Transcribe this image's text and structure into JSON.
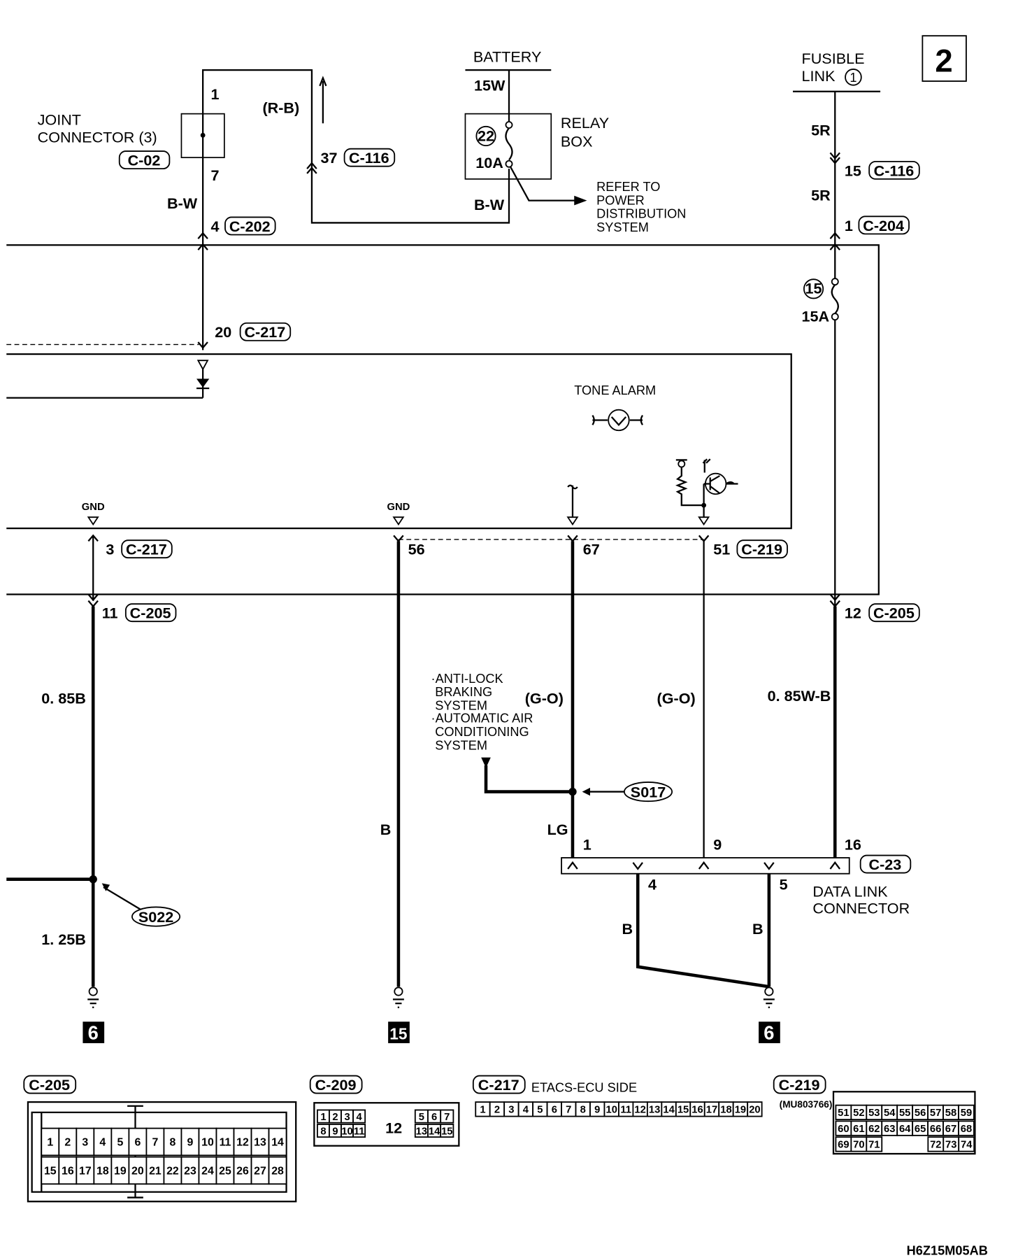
{
  "page_number": "2",
  "battery": {
    "label": "BATTERY",
    "wire": "15W"
  },
  "relay_box": {
    "label1": "RELAY",
    "label2": "BOX",
    "fuse_no": "22",
    "fuse_rating": "10A",
    "wire_out": "B-W"
  },
  "refer": [
    "REFER TO",
    "POWER",
    "DISTRIBUTION",
    "SYSTEM"
  ],
  "joint_connector": {
    "label1": "JOINT",
    "label2": "CONNECTOR (3)",
    "id": "C-02",
    "pin_top": "1",
    "pin_bottom": "7"
  },
  "wire_rb": "(R-B)",
  "pin_37": "37",
  "c116": "C-116",
  "wire_bw": "B-W",
  "pin_4": "4",
  "c202": "C-202",
  "pin_20": "20",
  "c217": "C-217",
  "fusible_link": {
    "label1": "FUSIBLE",
    "label2": "LINK",
    "no": "1",
    "wire": "5R",
    "pin_15": "15",
    "c116": "C-116",
    "wire2": "5R",
    "pin_1": "1",
    "c204": "C-204"
  },
  "fuse15": {
    "no": "15",
    "rating": "15A"
  },
  "tone_alarm": "TONE ALARM",
  "gnd1": "GND",
  "gnd2": "GND",
  "pin_3": "3",
  "c217b": "C-217",
  "pin_56": "56",
  "pin_67": "67",
  "pin_51": "51",
  "c219": "C-219",
  "pin_11": "11",
  "c205": "C-205",
  "pin_12": "12",
  "c205b": "C-205",
  "wire_085b": "0. 85B",
  "wire_125b": "1. 25B",
  "wire_b": "B",
  "wire_lg": "LG",
  "wire_go1": "(G-O)",
  "wire_go2": "(G-O)",
  "wire_085wb": "0. 85W-B",
  "abs_note": [
    "·ANTI-LOCK",
    "BRAKING",
    "SYSTEM",
    "·AUTOMATIC AIR",
    "CONDITIONING",
    "SYSTEM"
  ],
  "s017": "S017",
  "s022": "S022",
  "dlc": {
    "pin1": "1",
    "pin9": "9",
    "pin16": "16",
    "pin4": "4",
    "pin5": "5",
    "id": "C-23",
    "label1": "DATA LINK",
    "label2": "CONNECTOR",
    "wire4": "B",
    "wire5": "B"
  },
  "grounds": [
    "6",
    "15",
    "6"
  ],
  "connectors": {
    "c205": {
      "id": "C-205",
      "row1": [
        "1",
        "2",
        "3",
        "4",
        "5",
        "6",
        "7",
        "8",
        "9",
        "10",
        "11",
        "12",
        "13",
        "14"
      ],
      "row2": [
        "15",
        "16",
        "17",
        "18",
        "19",
        "20",
        "21",
        "22",
        "23",
        "24",
        "25",
        "26",
        "27",
        "28"
      ]
    },
    "c209": {
      "id": "C-209",
      "left1": [
        "1",
        "2",
        "3",
        "4"
      ],
      "left2": [
        "8",
        "9",
        "10",
        "11"
      ],
      "mid": "12",
      "right1": [
        "5",
        "6",
        "7"
      ],
      "right2": [
        "13",
        "14",
        "15"
      ]
    },
    "c217": {
      "id": "C-217",
      "side": "ETACS-ECU SIDE",
      "pins": [
        "1",
        "2",
        "3",
        "4",
        "5",
        "6",
        "7",
        "8",
        "9",
        "10",
        "11",
        "12",
        "13",
        "14",
        "15",
        "16",
        "17",
        "18",
        "19",
        "20"
      ]
    },
    "c219": {
      "id": "C-219",
      "part": "(MU803766)",
      "row1": [
        "51",
        "52",
        "53",
        "54",
        "55",
        "56",
        "57",
        "58",
        "59"
      ],
      "row2": [
        "60",
        "61",
        "62",
        "63",
        "64",
        "65",
        "66",
        "67",
        "68"
      ],
      "row3a": [
        "69",
        "70",
        "71"
      ],
      "row3b": [
        "72",
        "73",
        "74"
      ]
    }
  },
  "figure_code": "H6Z15M05AB"
}
